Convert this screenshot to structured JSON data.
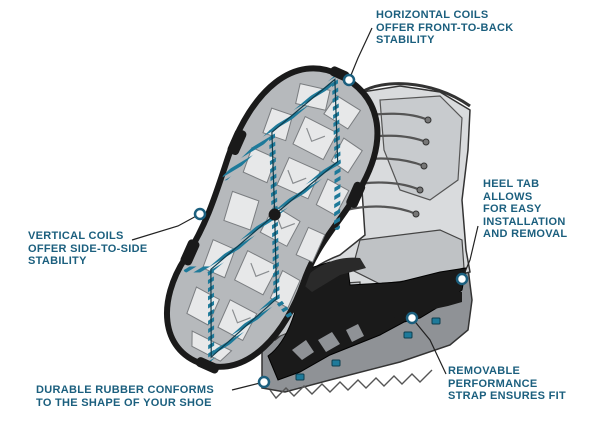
{
  "colors": {
    "callout_text": "#1b5f7e",
    "coil": "#1e7a9a",
    "rubber": "#1a1a1a",
    "sole_gray": "#b9bcbf",
    "boot_gray": "#d4d6d8",
    "leader": "#222222"
  },
  "callouts": {
    "horizontal_coils": {
      "lines": [
        "HORIZONTAL COILS",
        "OFFER FRONT-TO-BACK",
        "STABILITY"
      ]
    },
    "vertical_coils": {
      "lines": [
        "VERTICAL COILS",
        "OFFER SIDE-TO-SIDE",
        "STABILITY"
      ]
    },
    "heel_tab": {
      "lines": [
        "HEEL TAB",
        "ALLOWS",
        "FOR EASY",
        "INSTALLATION",
        "AND REMOVAL"
      ]
    },
    "strap": {
      "lines": [
        "REMOVABLE",
        "PERFORMANCE",
        "STRAP ENSURES FIT"
      ]
    },
    "rubber": {
      "lines": [
        "DURABLE RUBBER CONFORMS",
        "TO THE SHAPE OF YOUR SHOE"
      ]
    }
  }
}
